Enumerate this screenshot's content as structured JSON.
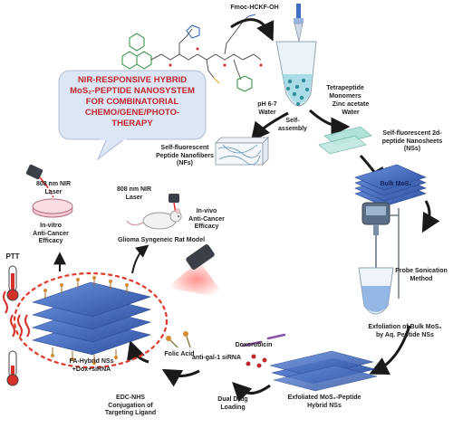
{
  "title_lines": [
    "NIR-RESPONSIVE HYBRID",
    "MoS₂-PEPTIDE NANOSYSTEM",
    "FOR COMBINATORIAL",
    "CHEMO/GENE/PHOTO-",
    "THERAPY"
  ],
  "labels": {
    "fmoc": "Fmoc-HCKF-OH",
    "tetrapeptide": [
      "Tetrapeptide",
      "Monomers"
    ],
    "ph": [
      "pH 6-7",
      "Water"
    ],
    "self_assembly": [
      "Self-",
      "assembly"
    ],
    "zinc": [
      "Zinc acetate",
      "Water"
    ],
    "nfs": [
      "Self-fluorescent",
      "Peptide Nanofibers",
      "(NFs)"
    ],
    "nss": [
      "Self-fluorescent 2d-",
      "peptide Nanosheets",
      "(NSs)"
    ],
    "bulk_mos2": "Bulk MoS₂",
    "probe": [
      "Probe Sonication",
      "Method"
    ],
    "exfoliation": [
      "Exfoliation of Bulk MoS₂",
      "by Aq. Peptide NSs"
    ],
    "exfoliated": [
      "Exfoliated MoS₂-Peptide",
      "Hybrid NSs"
    ],
    "dual_drug": [
      "Dual Drug",
      "Loading"
    ],
    "doxorubicin": "Doxorubicin",
    "sirna": "anti-gal-1 siRNA",
    "folic": "Folic Acid",
    "edc": [
      "EDC-NHS",
      "Conjugation of",
      "Targeting Ligand"
    ],
    "fa_hybrid": [
      "FA-Hybrid NSs",
      "+Dox+siRNA"
    ],
    "ptt": "PTT",
    "laser_left": [
      "808 nm NIR",
      "Laser"
    ],
    "laser_mid": [
      "808 nm NIR",
      "Laser"
    ],
    "invitro": [
      "In-vitro",
      "Anti-Cancer",
      "Efficacy"
    ],
    "invivo": [
      "In-vivo",
      "Anti-Cancer",
      "Efficacy"
    ],
    "glioma": "Glioma Syngeneic Rat Model"
  },
  "colors": {
    "title": "#c1272d",
    "callout_bg": "#dde6f4",
    "sheet_blue": "#4a73c9",
    "arrow": "#1a1a1a",
    "ellipse": "#e03a2b",
    "thermo_red": "#d7302a",
    "laser_red": "#e8262a"
  }
}
